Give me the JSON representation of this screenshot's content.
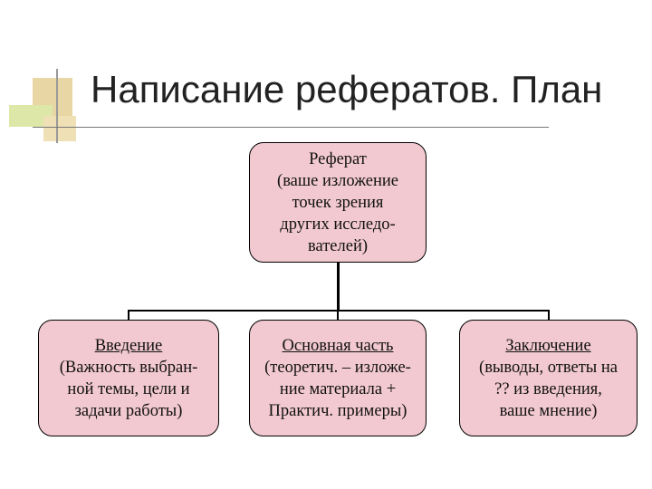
{
  "slide": {
    "title": "Написание рефератов. План"
  },
  "diagram": {
    "root": {
      "lines": [
        "Реферат",
        "(ваше изложение",
        "точек зрения",
        "других исследо-",
        "вателей)"
      ]
    },
    "children": [
      {
        "header": "Введение",
        "lines": [
          "(Важность выбран-",
          "ной темы, цели и",
          "задачи работы)"
        ]
      },
      {
        "header": "Основная часть",
        "lines": [
          "(теоретич. – изложе-",
          "ние материала +",
          "Практич. примеры)"
        ]
      },
      {
        "header": "Заключение",
        "lines": [
          "(выводы, ответы на",
          "?? из введения,",
          "ваше мнение)"
        ]
      }
    ]
  },
  "colors": {
    "box_fill": "#f2c9d0",
    "decor_tan": "#e8d6a4",
    "decor_green": "#dde8a8"
  }
}
